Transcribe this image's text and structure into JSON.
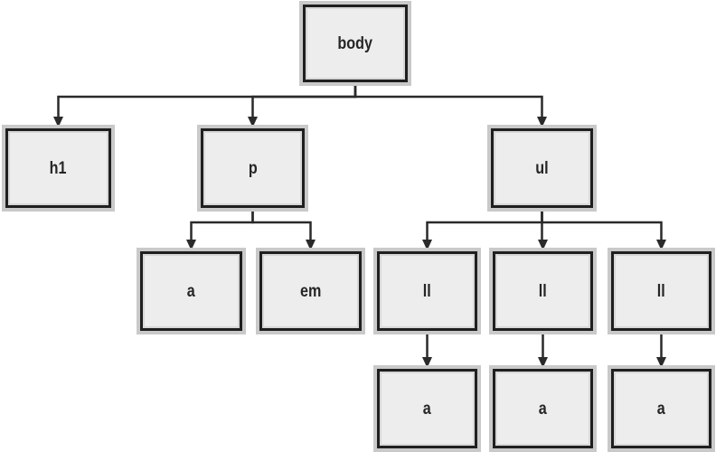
{
  "diagram": {
    "kind": "dom-element-tree",
    "tree": {
      "nodes": [
        {
          "id": "body",
          "label": "body"
        },
        {
          "id": "h1",
          "label": "h1"
        },
        {
          "id": "p",
          "label": "p"
        },
        {
          "id": "ul",
          "label": "ul"
        },
        {
          "id": "a-p",
          "label": "a"
        },
        {
          "id": "em",
          "label": "em"
        },
        {
          "id": "ll-1",
          "label": "ll"
        },
        {
          "id": "ll-2",
          "label": "ll"
        },
        {
          "id": "ll-3",
          "label": "ll"
        },
        {
          "id": "a-1",
          "label": "a"
        },
        {
          "id": "a-2",
          "label": "a"
        },
        {
          "id": "a-3",
          "label": "a"
        }
      ],
      "edges": [
        {
          "from": "body",
          "to": "h1"
        },
        {
          "from": "body",
          "to": "p"
        },
        {
          "from": "body",
          "to": "ul"
        },
        {
          "from": "p",
          "to": "a-p"
        },
        {
          "from": "p",
          "to": "em"
        },
        {
          "from": "ul",
          "to": "ll-1"
        },
        {
          "from": "ul",
          "to": "ll-2"
        },
        {
          "from": "ul",
          "to": "ll-3"
        },
        {
          "from": "ll-1",
          "to": "a-1"
        },
        {
          "from": "ll-2",
          "to": "a-2"
        },
        {
          "from": "ll-3",
          "to": "a-3"
        }
      ]
    },
    "colors": {
      "background": "#ffffff",
      "box_fill": "#ededed",
      "box_border": "#1f1f1f",
      "box_halo": "#c9c9c9",
      "box_inner_line": "#d7d7d7",
      "line": "#2a2a2a",
      "text": "#262626"
    }
  }
}
